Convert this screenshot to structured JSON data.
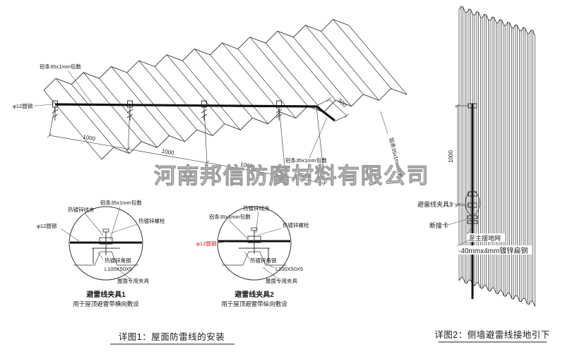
{
  "watermark": {
    "text": "河南邦信防腐材料有限公司"
  },
  "roof": {
    "label_strip_top": "铝条35x1mm包敷",
    "label_round_steel": "φ12圆钢",
    "label_strip_bottom": "铝条35x1mm包敷",
    "label_strip_right": "铝条35x1mm包敷",
    "dims_bottom": [
      "1000",
      "1000",
      "1000",
      "500"
    ],
    "dim_bend": "500"
  },
  "detail1": {
    "title": "避雷线夹具1",
    "subtitle": "用于屋顶避雷带横向敷设",
    "labels": {
      "wire_clamp": "热镀锌线夹",
      "strip": "铝条35x1mm包敷",
      "bolt": "热镀锌螺栓",
      "round_steel": "φ12圆钢",
      "angle_steel": "热镀锌角钢",
      "angle_spec": "L100X50X5",
      "roof_fixture": "屋面专用夹具"
    }
  },
  "detail2": {
    "title": "避雷线夹具2",
    "subtitle": "用于屋顶避雷带纵向敷设",
    "labels": {
      "wire_clamp": "热镀锌线夹",
      "strip": "铝条35x1mm包敷",
      "bolt": "热镀锌螺栓",
      "round_steel": "φ12圆钢",
      "angle_steel": "热镀锌角钢",
      "angle_spec": "L100X50X5",
      "roof_fixture": "屋面专用夹具"
    }
  },
  "wall": {
    "dim": "1000",
    "label_clamp3": "避雷线夹具3",
    "label_disconnect": "断接卡",
    "label_to_ground": "至主接地网",
    "label_flat_steel": "-40mmx4mm镀锌扁钢"
  },
  "captions": {
    "detail1": "详图1：屋面防雷线的安装",
    "detail2": "详图2：侧墙避雷线接地引下"
  }
}
